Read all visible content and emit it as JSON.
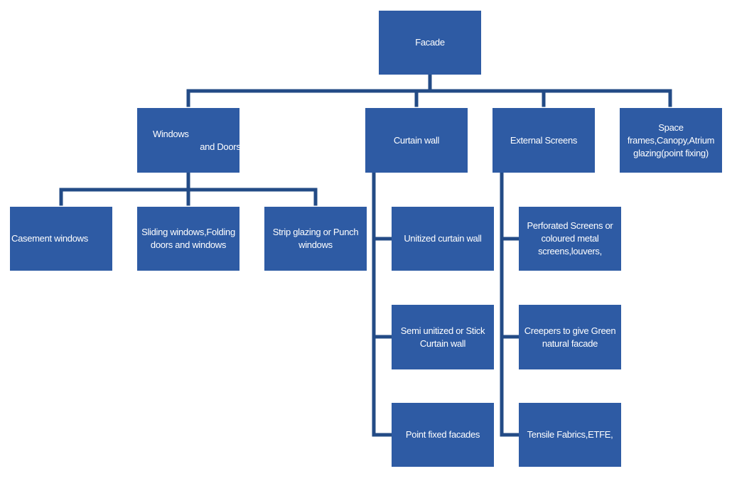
{
  "colors": {
    "box": "#2e5ba4",
    "connector": "#234b86",
    "text": "#ffffff"
  },
  "nodes": {
    "facade": "Facade",
    "windows_doors": "Windows\n                    and Doors",
    "curtain_wall": "Curtain wall",
    "external_screens": "External Screens",
    "space_frames": "Space frames,Canopy,Atrium glazing(point fixing)",
    "casement_windows": "Casement windows",
    "sliding_windows": "Sliding windows,Folding doors and windows",
    "strip_glazing": "Strip glazing or Punch windows",
    "unitized_curtain_wall": "Unitized curtain wall",
    "semi_unitized": "Semi unitized or Stick Curtain wall",
    "point_fixed": "Point fixed facades",
    "perforated_screens": "Perforated Screens or coloured metal screens,louvers,",
    "creepers": "Creepers to give Green natural facade",
    "tensile_fabrics": "Tensile Fabrics,ETFE,"
  }
}
